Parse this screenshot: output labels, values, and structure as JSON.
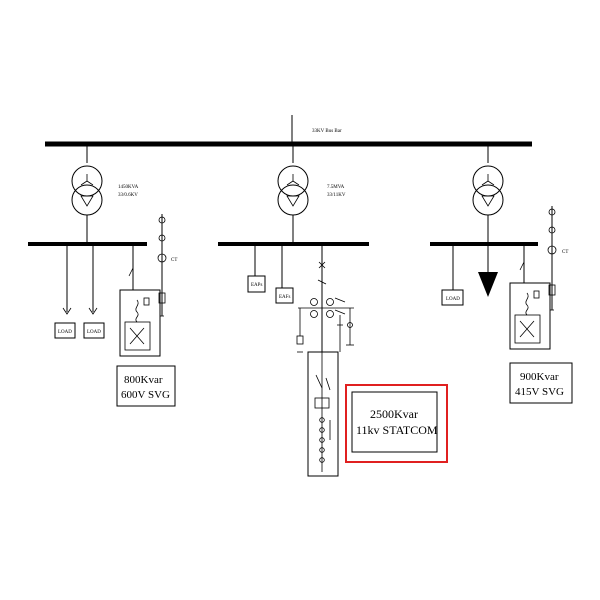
{
  "main_bus": {
    "label": "33KV Bus Bar"
  },
  "transformers": [
    {
      "rating": "1450KVA",
      "ratio": "33/0.6KV"
    },
    {
      "rating": "7.5MVA",
      "ratio": "33/11KV"
    }
  ],
  "feeders": {
    "left": {
      "loads": [
        "LOAD",
        "LOAD"
      ],
      "ct_label": "CT",
      "svg_box": {
        "line1": "800Kvar",
        "line2": "600V SVG"
      }
    },
    "middle": {
      "eaps": [
        "EAPs",
        "EAFs"
      ],
      "statcom_box": {
        "line1": "2500Kvar",
        "line2": "11kv STATCOM"
      }
    },
    "right": {
      "loads": [
        "LOAD"
      ],
      "ct_label": "CT",
      "svg_box": {
        "line1": "900Kvar",
        "line2": "415V SVG"
      }
    }
  },
  "highlight_color": "#e02020"
}
